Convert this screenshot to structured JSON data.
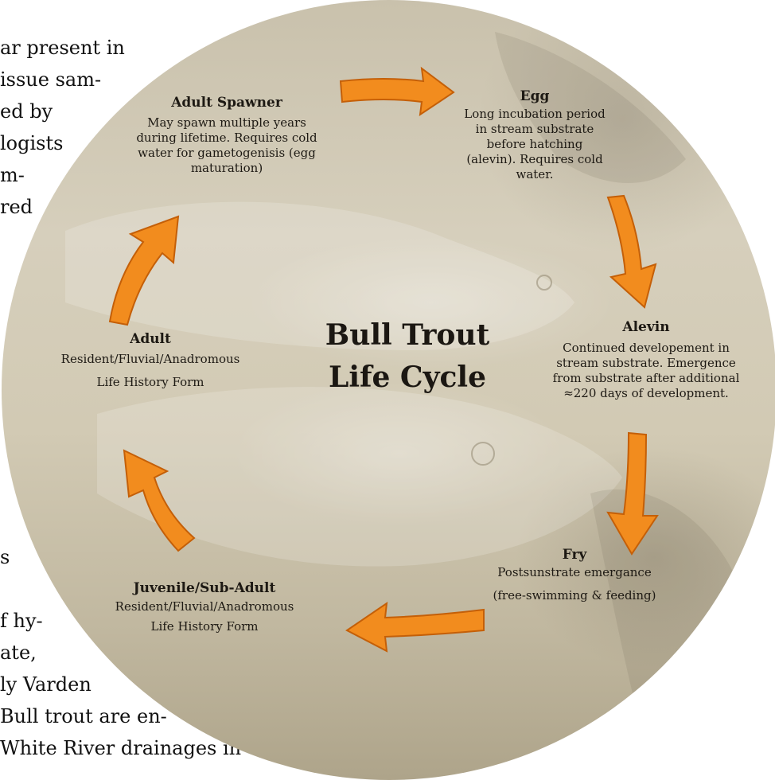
{
  "background_text": {
    "lines": [
      "ar present in",
      "issue sam-",
      "ed by",
      "logists",
      "m-",
      "red",
      "s",
      "f hy-",
      "ate,",
      "ly Varden",
      "Bull trout are en-",
      "White River drainages in"
    ]
  },
  "diagram": {
    "title_line1": "Bull Trout",
    "title_line2": "Life Cycle",
    "stages": {
      "adult_spawner": {
        "title": "Adult Spawner",
        "desc_lines": [
          "May spawn multiple years",
          "during lifetime. Requires cold",
          "water for gametogenisis (egg",
          "maturation)"
        ]
      },
      "egg": {
        "title": "Egg",
        "desc_lines": [
          "Long incubation period",
          "in stream substrate",
          "before hatching",
          "(alevin). Requires cold",
          "water."
        ]
      },
      "alevin": {
        "title": "Alevin",
        "desc_lines": [
          "Continued developement in",
          "stream substrate. Emergence",
          "from substrate after additional",
          "≈220 days of development."
        ]
      },
      "fry": {
        "title": "Fry",
        "desc_lines": [
          "Postsunstrate emergance",
          "(free-swimming & feeding)"
        ]
      },
      "juvenile": {
        "title": "Juvenile/Sub-Adult",
        "desc_lines": [
          "Resident/Fluvial/Anadromous",
          "Life History Form"
        ]
      },
      "adult": {
        "title": "Adult",
        "desc_lines": [
          "Resident/Fluvial/Anadromous",
          "Life History Form"
        ]
      }
    },
    "colors": {
      "arrow_fill": "#f28c1e",
      "arrow_stroke": "#c45f08",
      "background": "#d2cab4"
    }
  }
}
